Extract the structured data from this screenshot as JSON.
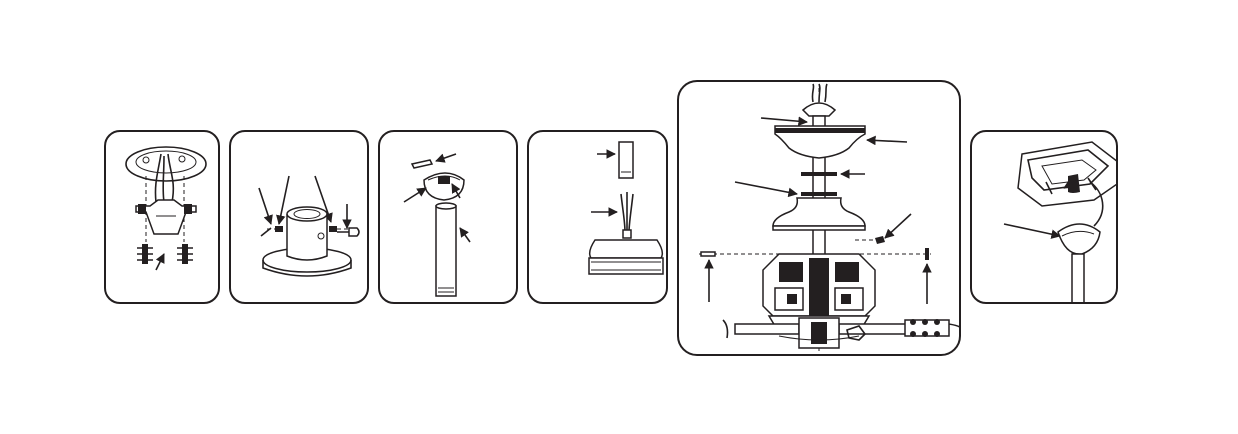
{
  "figure": {
    "panels": [
      {
        "id": "mounting-bracket-step"
      },
      {
        "id": "ceiling-mount-base-step"
      },
      {
        "id": "downrod-ball-step"
      },
      {
        "id": "downrod-wiring-step"
      },
      {
        "id": "fan-assembly-step"
      },
      {
        "id": "canopy-hang-step"
      }
    ],
    "icons": {
      "arrow": "arrow-icon",
      "screw": "screw-icon",
      "wire": "wire-icon"
    },
    "colors": {
      "line": "#231f20",
      "background": "#ffffff"
    }
  }
}
